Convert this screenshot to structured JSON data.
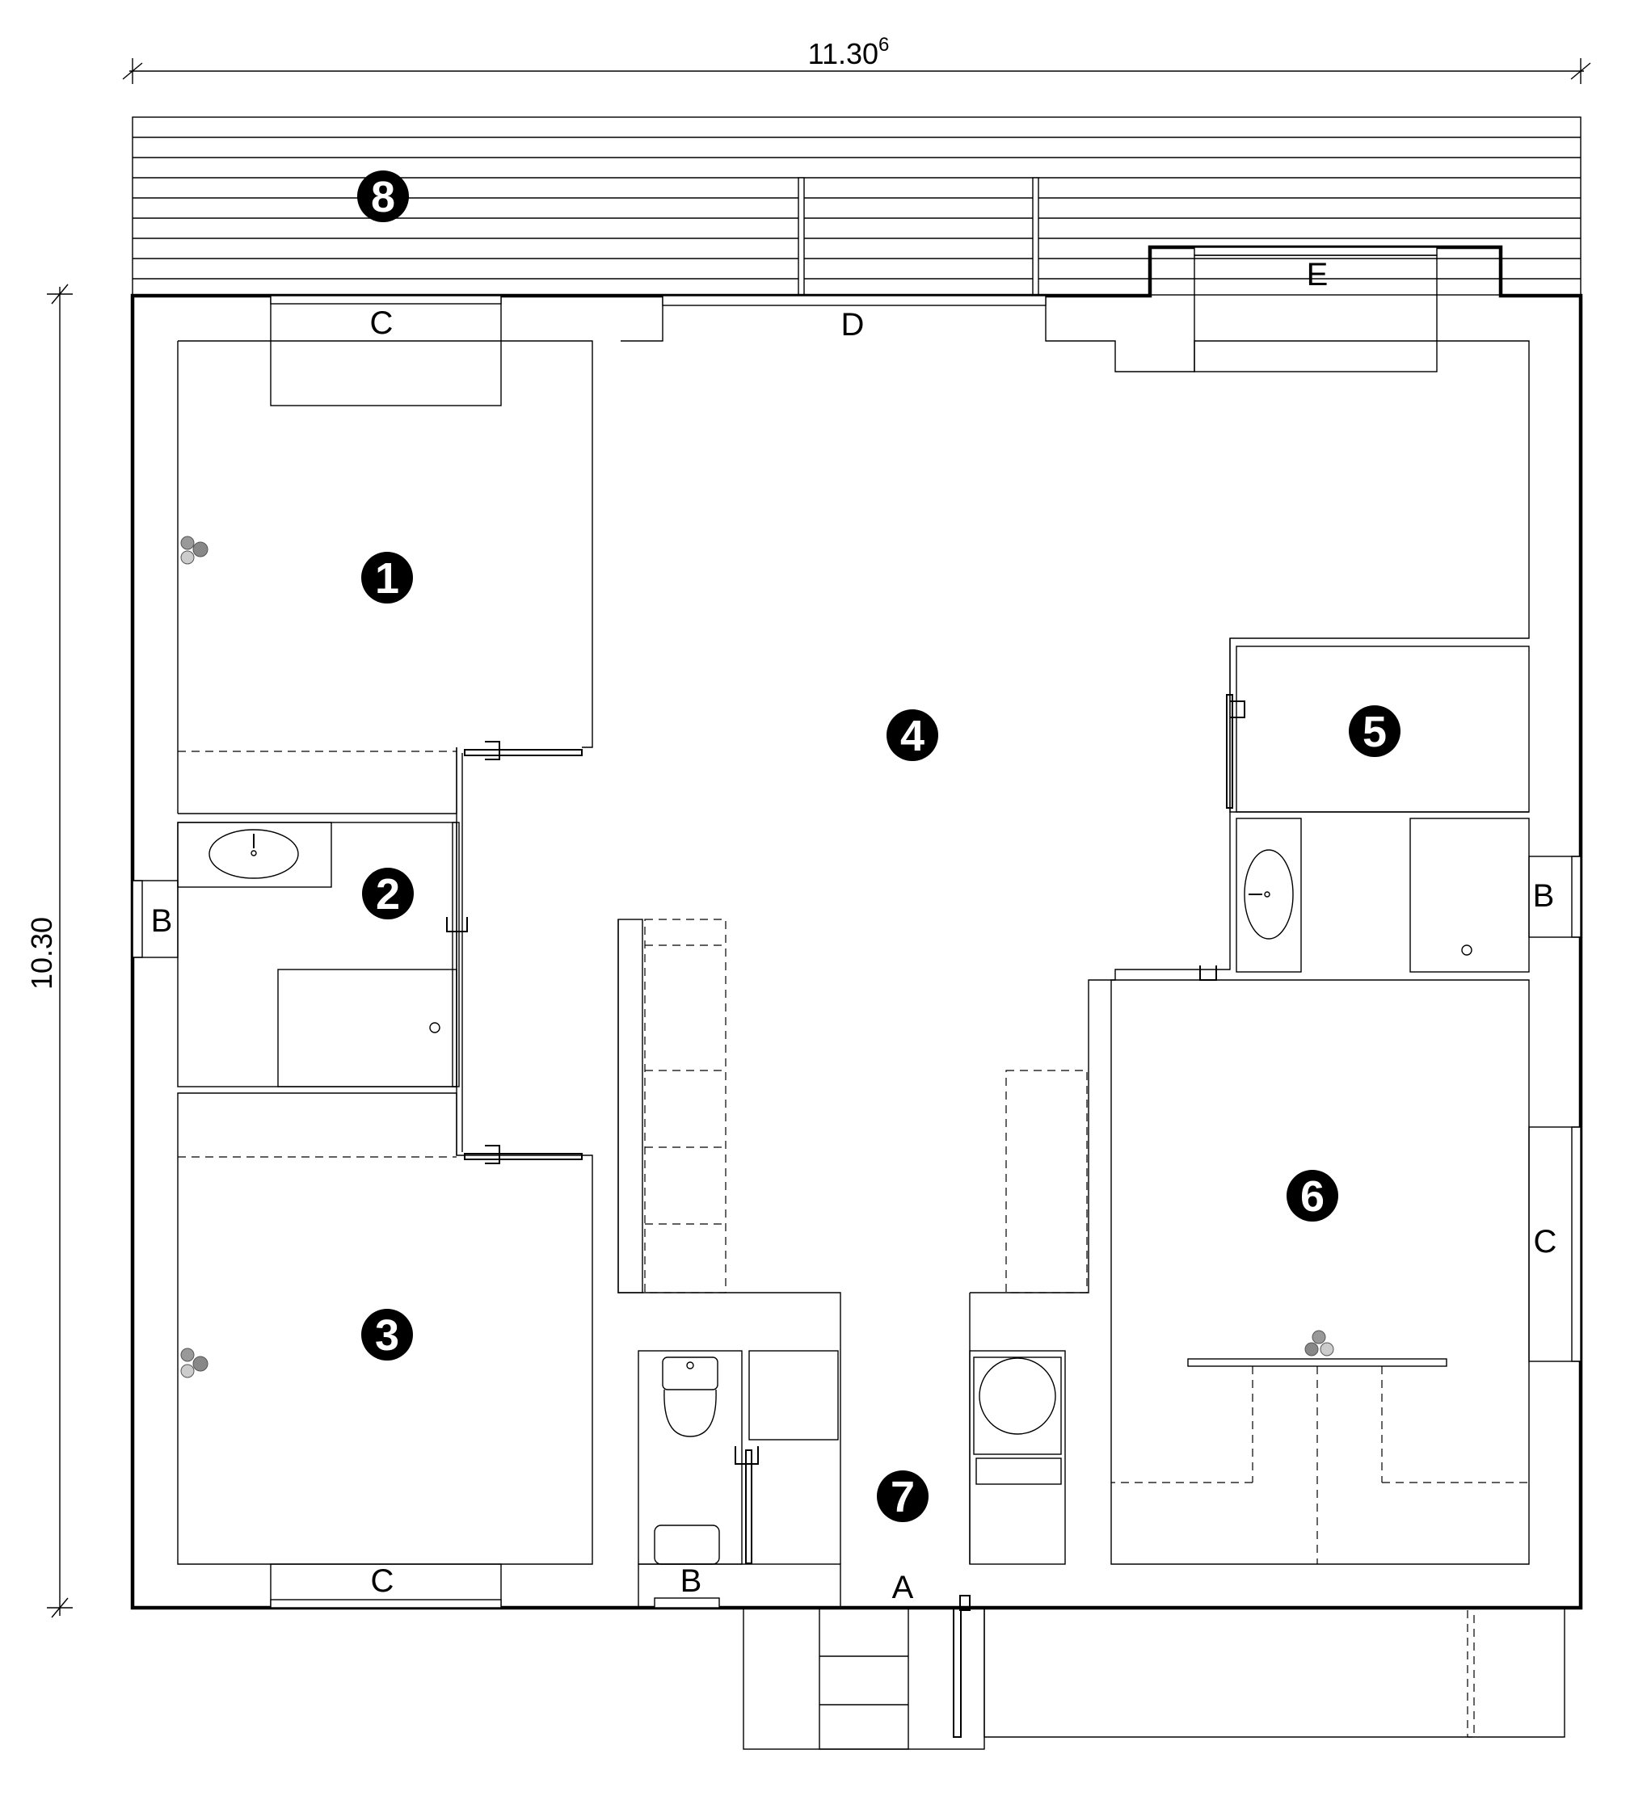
{
  "dimensions": {
    "width_label": "11.30",
    "width_superscript": "6",
    "height_label": "10.30"
  },
  "openings": [
    {
      "id": "top-left",
      "letter": "C"
    },
    {
      "id": "top-mid",
      "letter": "D"
    },
    {
      "id": "top-right",
      "letter": "E"
    },
    {
      "id": "left",
      "letter": "B"
    },
    {
      "id": "right",
      "letter": "B"
    },
    {
      "id": "right-lower",
      "letter": "C"
    },
    {
      "id": "bottom-left",
      "letter": "C"
    },
    {
      "id": "bottom-mid",
      "letter": "B"
    },
    {
      "id": "entrance",
      "letter": "A"
    }
  ],
  "rooms": [
    {
      "number": "1"
    },
    {
      "number": "2"
    },
    {
      "number": "3"
    },
    {
      "number": "4"
    },
    {
      "number": "5"
    },
    {
      "number": "6"
    },
    {
      "number": "7"
    },
    {
      "number": "8"
    }
  ]
}
